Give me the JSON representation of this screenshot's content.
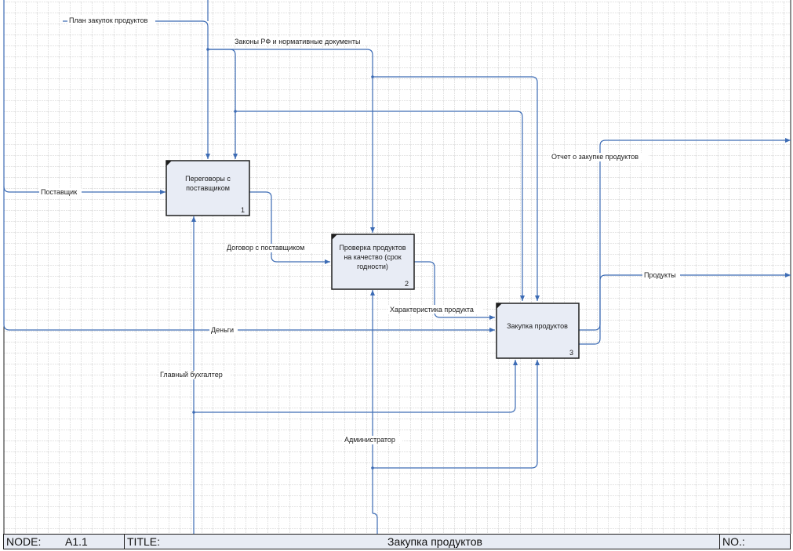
{
  "diagram": {
    "boxes": [
      {
        "id": "b1",
        "lines": [
          "Переговоры с",
          "поставщиком"
        ],
        "number": "1"
      },
      {
        "id": "b2",
        "lines": [
          "Проверка продуктов",
          "на качество (срок",
          "годности)"
        ],
        "number": "2"
      },
      {
        "id": "b3",
        "lines": [
          "Закупка продуктов"
        ],
        "number": "3"
      }
    ],
    "arrow_labels": {
      "plan": "План закупок продуктов",
      "laws": "Законы РФ и нормативные документы",
      "supplier": "Поставщик",
      "contract": "Договор с поставщиком",
      "characteristic": "Характеристика продукта",
      "money": "Деньги",
      "report": "Отчет о закупке продуктов",
      "products": "Продукты",
      "accountant": "Главный бухгалтер",
      "admin": "Администратор"
    }
  },
  "footer": {
    "node_label": "NODE:",
    "node_value": "A1.1",
    "title_label": "TITLE:",
    "title_value": "Закупка продуктов",
    "no_label": "NO.:"
  },
  "colors": {
    "arrow": "#3d6cb5",
    "box_fill": "#e8ecf5",
    "grid": "#c9c9c9"
  }
}
